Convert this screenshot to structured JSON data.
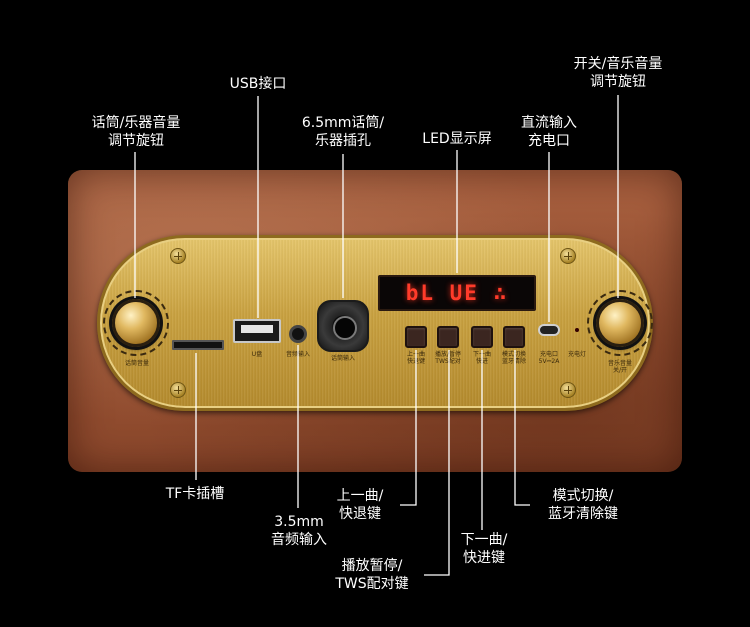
{
  "device_labels": {
    "left_knob": "话筒音量",
    "right_knob_line1": "音乐音量",
    "right_knob_line2": "关/开",
    "usb": "U盘",
    "jack35": "音频输入",
    "jack65": "话筒输入",
    "btn1_line1": "上一曲",
    "btn1_line2": "快退键",
    "btn2_line1": "播放/暂停",
    "btn2_line2": "TWS配对",
    "btn3_line1": "下一曲",
    "btn3_line2": "快进",
    "btn4_line1": "模式切换",
    "btn4_line2": "蓝牙清除",
    "usbc": "充电口",
    "usbc_spec": "5V⎓2A",
    "charge_led": "充电灯"
  },
  "led_display": "bL UE ∴",
  "callouts": {
    "mic_knob": [
      "话筒/乐器音量",
      "调节旋钮"
    ],
    "usb": [
      "USB接口"
    ],
    "jack65": [
      "6.5mm话筒/",
      "乐器插孔"
    ],
    "led": [
      "LED显示屏"
    ],
    "dc_in": [
      "直流输入",
      "充电口"
    ],
    "power_knob": [
      "开关/音乐音量",
      "调节旋钮"
    ],
    "tf": [
      "TF卡插槽"
    ],
    "jack35": [
      "3.5mm",
      "音频输入"
    ],
    "prev": [
      "上一曲/",
      "快退键"
    ],
    "play": [
      "播放暂停/",
      "TWS配对键"
    ],
    "next": [
      "下一曲/",
      "快进键"
    ],
    "mode": [
      "模式切换/",
      "蓝牙清除键"
    ]
  },
  "colors": {
    "background": "#000000",
    "leather": "#9a5334",
    "brass": "#c9a13f",
    "led": "#ff3b2a",
    "button": "#3b2620"
  }
}
